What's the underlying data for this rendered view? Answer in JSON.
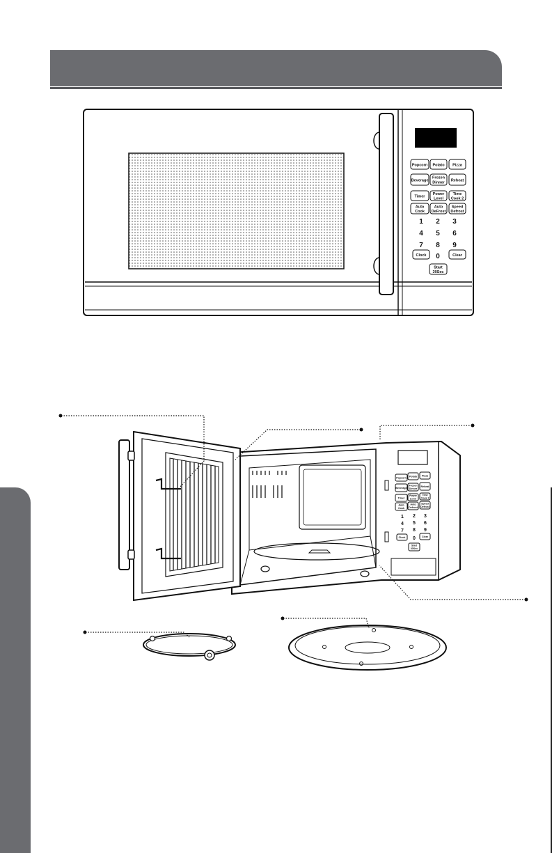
{
  "header": {
    "title": ""
  },
  "front_panel": {
    "display": "",
    "buttons": [
      {
        "label1": "Popcorn",
        "label2": ""
      },
      {
        "label1": "Potato",
        "label2": ""
      },
      {
        "label1": "Pizza",
        "label2": ""
      },
      {
        "label1": "Beverage",
        "label2": ""
      },
      {
        "label1": "Frozen",
        "label2": "Dinner"
      },
      {
        "label1": "Reheat",
        "label2": ""
      },
      {
        "label1": "Timer",
        "label2": ""
      },
      {
        "label1": "Power",
        "label2": "Level"
      },
      {
        "label1": "Time",
        "label2": "Cook 2"
      },
      {
        "label1": "Auto",
        "label2": "Cook"
      },
      {
        "label1": "Auto",
        "label2": "DeFrost"
      },
      {
        "label1": "Speed",
        "label2": "Defrost"
      }
    ],
    "digits": [
      "1",
      "2",
      "3",
      "4",
      "5",
      "6",
      "7",
      "8",
      "9",
      "0"
    ],
    "clock_label": "Clock",
    "clear_label": "Clear",
    "start_label1": "Start",
    "start_label2": "30Sec"
  },
  "open_panel": {
    "buttons": [
      {
        "label1": "Popcorn",
        "label2": ""
      },
      {
        "label1": "Potato",
        "label2": ""
      },
      {
        "label1": "Pizza",
        "label2": ""
      },
      {
        "label1": "Beverage",
        "label2": ""
      },
      {
        "label1": "Frozen",
        "label2": "Dinner"
      },
      {
        "label1": "Reheat",
        "label2": ""
      },
      {
        "label1": "Timer",
        "label2": ""
      },
      {
        "label1": "Power",
        "label2": "Level"
      },
      {
        "label1": "Time",
        "label2": "Cook 2"
      },
      {
        "label1": "Auto",
        "label2": "Cook"
      },
      {
        "label1": "Auto",
        "label2": "Defrost"
      },
      {
        "label1": "Speed",
        "label2": "Defrost"
      }
    ],
    "digits": [
      "1",
      "2",
      "3",
      "4",
      "5",
      "6",
      "7",
      "8",
      "9",
      "0"
    ],
    "clock_label": "Clock",
    "clear_label": "Clear",
    "start_label1": "Start",
    "start_label2": "30Sec"
  }
}
